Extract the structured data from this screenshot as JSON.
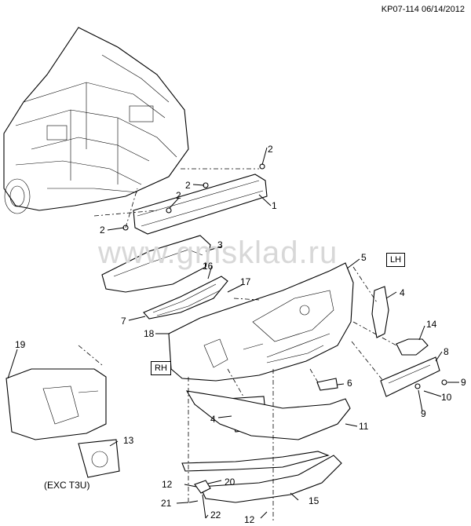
{
  "drawing_code": "KP07-114 06/14/2012",
  "watermark": "www.gmsklad.ru",
  "orientation": {
    "left_hand": "LH",
    "right_hand": "RH"
  },
  "exception_note": "(EXC T3U)",
  "callouts": [
    "1",
    "2",
    "2",
    "2",
    "2",
    "3",
    "4",
    "4",
    "5",
    "6",
    "7",
    "8",
    "9",
    "9",
    "10",
    "11",
    "12",
    "12",
    "13",
    "14",
    "15",
    "16",
    "17",
    "18",
    "19",
    "20",
    "21",
    "22"
  ]
}
